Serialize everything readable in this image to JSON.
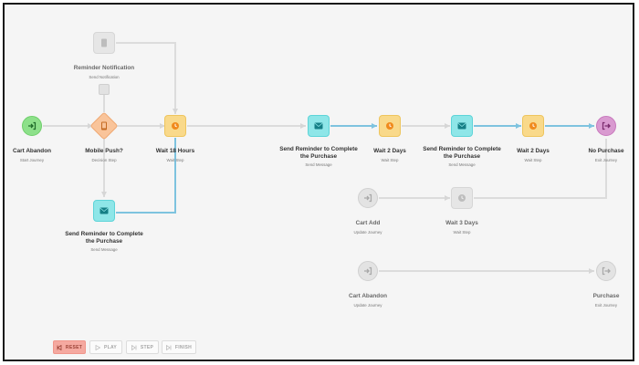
{
  "controls": {
    "reset_label": "RESET",
    "play_label": "PLAY",
    "step_label": "STEP",
    "finish_label": "FINISH"
  },
  "nodes": {
    "reminder_notification": {
      "title": "Reminder Notification",
      "subtitle": "Send Notification"
    },
    "cart_abandon_start": {
      "title": "Cart Abandon",
      "subtitle": "Start Journey"
    },
    "mobile_push": {
      "title": "Mobile Push?",
      "subtitle": "Decision Step"
    },
    "wait_18_hours": {
      "title": "Wait 18 Hours",
      "subtitle": "Wait Step"
    },
    "send_reminder_left": {
      "title_line1": "Send Reminder to Complete",
      "title_line2": "the Purchase",
      "subtitle": "Send Message"
    },
    "send_reminder_1": {
      "title_line1": "Send Reminder to Complete",
      "title_line2": "the Purchase",
      "subtitle": "Send Message"
    },
    "wait_2_days_1": {
      "title": "Wait 2 Days",
      "subtitle": "Wait Step"
    },
    "send_reminder_2": {
      "title_line1": "Send Reminder to Complete",
      "title_line2": "the Purchase",
      "subtitle": "Send Message"
    },
    "wait_2_days_2": {
      "title": "Wait 2 Days",
      "subtitle": "Wait Step"
    },
    "no_purchase": {
      "title": "No Purchase",
      "subtitle": "Exit Journey"
    },
    "cart_add": {
      "title": "Cart Add",
      "subtitle": "Update Journey"
    },
    "wait_3_days": {
      "title": "Wait 3 Days",
      "subtitle": "Wait Step"
    },
    "cart_abandon_update": {
      "title": "Cart Abandon",
      "subtitle": "Update Journey"
    },
    "purchase_exit": {
      "title": "Purchase",
      "subtitle": "Exit Journey"
    }
  },
  "colors": {
    "start_green": "#8de08a",
    "decision_orange": "#f9c49a",
    "wait_yellow": "#f9d98a",
    "message_cyan": "#8ee6e8",
    "exit_pink": "#d99ad0",
    "inactive_gray": "#dedede",
    "active_edge": "#7ec3df",
    "inactive_edge": "#dcdcdc",
    "reset_red": "#f5a9a0"
  },
  "icons": {
    "start": "sign-in-icon",
    "decision": "mobile-icon",
    "wait": "clock-icon",
    "message": "envelope-icon",
    "exit": "sign-out-icon",
    "notification": "mobile-icon"
  }
}
